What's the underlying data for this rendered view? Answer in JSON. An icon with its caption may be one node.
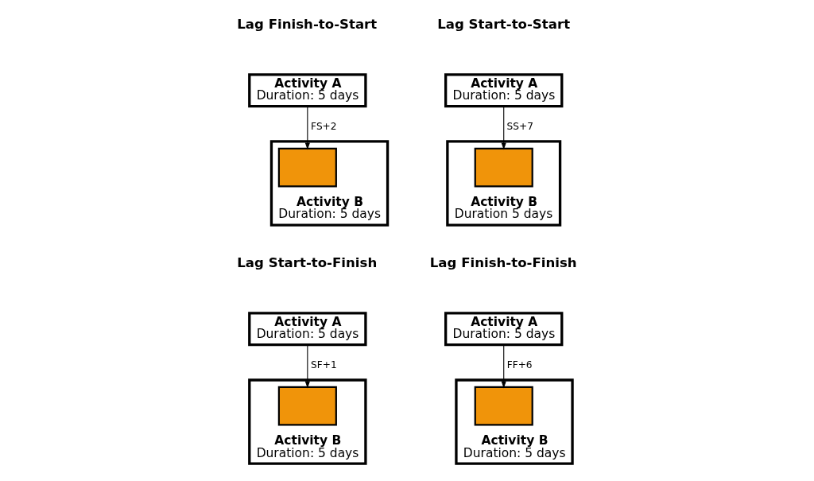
{
  "diagram": {
    "nodes": [
      {
        "text": [
          "Activity A",
          "Duration: 5 days"
        ]
      },
      {
        "text": [
          "Activity B",
          "Duration: 5 days"
        ]
      },
      {
        "text": [],
        "shape": "bar",
        "in": 1
      },
      {
        "text": [
          "Activity A",
          "Duration: 5 days"
        ]
      },
      {
        "text": [
          "Activity B",
          "Duration 5 days"
        ]
      },
      {
        "text": [],
        "shape": "bar",
        "in": 4
      },
      {
        "text": [
          "Activity A",
          "Duration: 5 days"
        ]
      },
      {
        "text": [
          "Activity B",
          "Duration: 5 days"
        ]
      },
      {
        "text": [],
        "shape": "bar",
        "in": 7
      },
      {
        "text": [
          "Activity A",
          "Duration: 5 days"
        ]
      },
      {
        "text": [
          "Activity B",
          "Duration: 5 days"
        ]
      },
      {
        "text": [],
        "shape": "bar",
        "in": 10
      }
    ],
    "edges": [
      {
        "from": 0,
        "to": 2,
        "arrow": "to",
        "label": "FS+2"
      },
      {
        "from": 3,
        "to": 5,
        "arrow": "to",
        "label": "SS+7"
      },
      {
        "from": 6,
        "to": 8,
        "arrow": "to",
        "label": "SF+1"
      },
      {
        "from": 9,
        "to": 11,
        "arrow": "to",
        "label": "FF+6"
      }
    ],
    "labels": [
      "Lag Finish-to-Start",
      "Lag Start-to-Start",
      "Lag Start-to-Finish",
      "Lag Finish-to-Finish"
    ]
  }
}
